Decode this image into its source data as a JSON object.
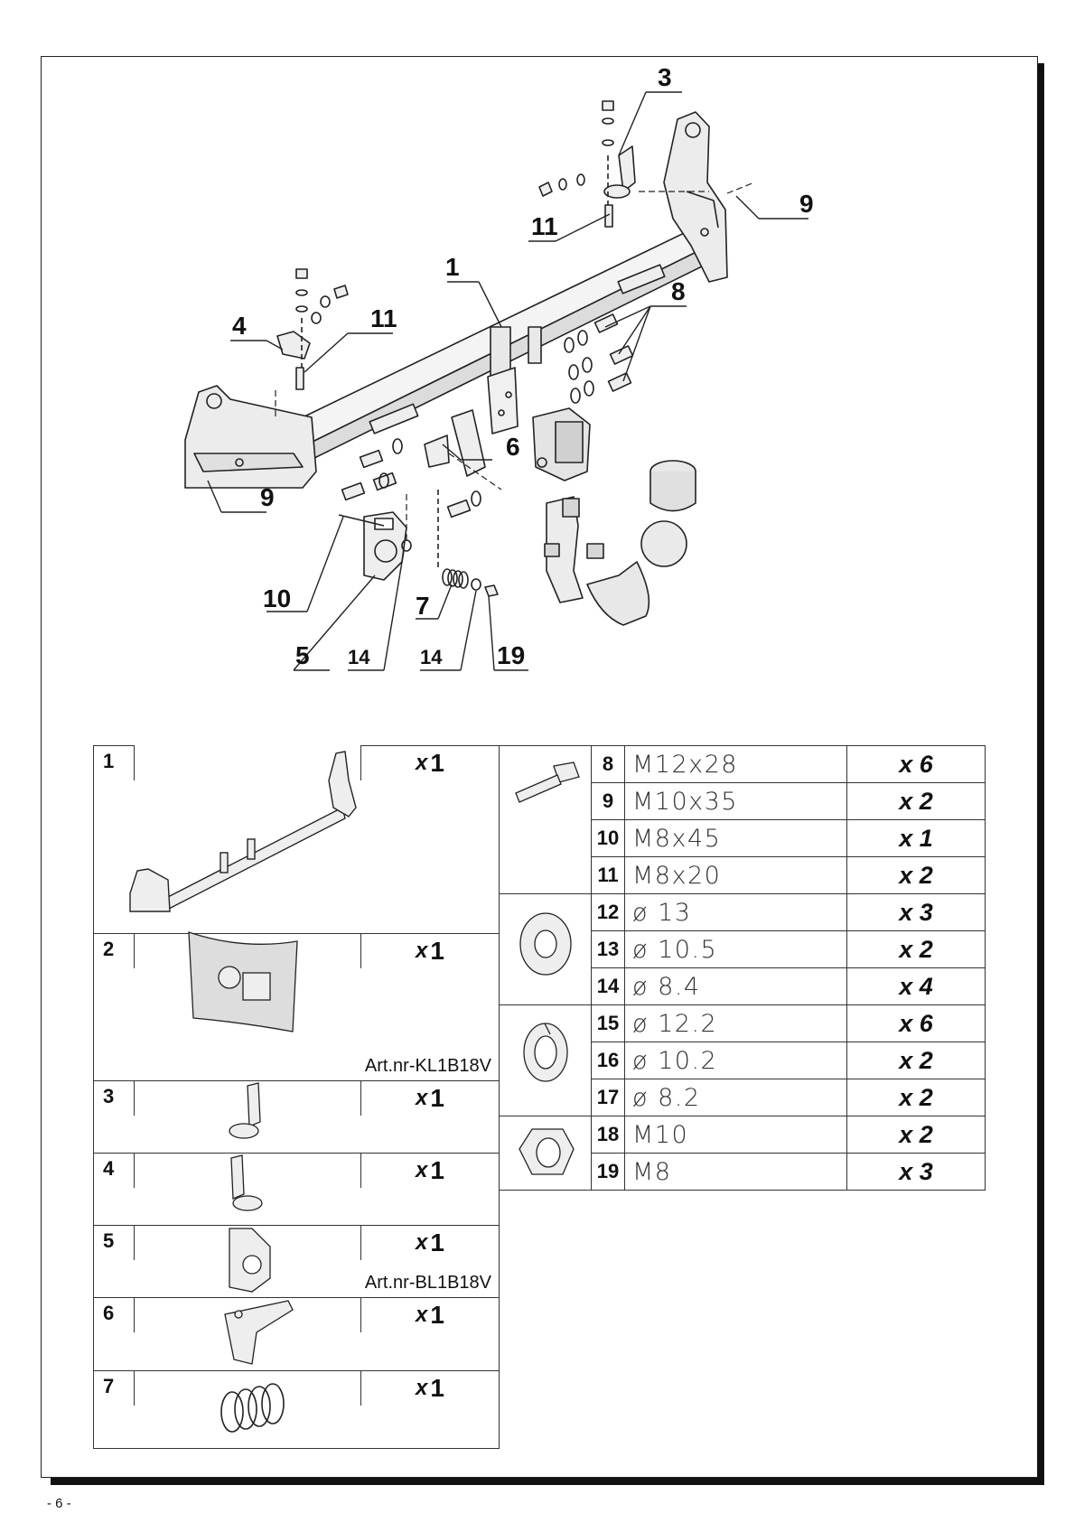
{
  "page_number": "- 6 -",
  "callouts": {
    "c1": "1",
    "c3": "3",
    "c4": "4",
    "c5": "5",
    "c6": "6",
    "c7": "7",
    "c8": "8",
    "c9a": "9",
    "c9b": "9",
    "c10": "10",
    "c11a": "11",
    "c11b": "11",
    "c14a": "14",
    "c14b": "14",
    "c19": "19"
  },
  "parts_left": [
    {
      "num": "1",
      "qty_x": "x",
      "qty": "1",
      "art": ""
    },
    {
      "num": "2",
      "qty_x": "x",
      "qty": "1",
      "art": "Art.nr-KL1B18V"
    },
    {
      "num": "3",
      "qty_x": "x",
      "qty": "1",
      "art": ""
    },
    {
      "num": "4",
      "qty_x": "x",
      "qty": "1",
      "art": ""
    },
    {
      "num": "5",
      "qty_x": "x",
      "qty": "1",
      "art": "Art.nr-BL1B18V"
    },
    {
      "num": "6",
      "qty_x": "x",
      "qty": "1",
      "art": ""
    },
    {
      "num": "7",
      "qty_x": "x",
      "qty": "1",
      "art": ""
    }
  ],
  "parts_right": [
    {
      "num": "8",
      "size": "M12x28",
      "qty": "x 6"
    },
    {
      "num": "9",
      "size": "M10x35",
      "qty": "x 2"
    },
    {
      "num": "10",
      "size": "M8x45",
      "qty": "x 1"
    },
    {
      "num": "11",
      "size": "M8x20",
      "qty": "x 2"
    },
    {
      "num": "12",
      "size": "ø 13",
      "qty": "x 3"
    },
    {
      "num": "13",
      "size": "ø 10.5",
      "qty": "x 2"
    },
    {
      "num": "14",
      "size": "ø 8.4",
      "qty": "x 4"
    },
    {
      "num": "15",
      "size": "ø 12.2",
      "qty": "x 6"
    },
    {
      "num": "16",
      "size": "ø 10.2",
      "qty": "x 2"
    },
    {
      "num": "17",
      "size": "ø 8.2",
      "qty": "x 2"
    },
    {
      "num": "18",
      "size": "M10",
      "qty": "x 2"
    },
    {
      "num": "19",
      "size": "M8",
      "qty": "x 3"
    }
  ]
}
